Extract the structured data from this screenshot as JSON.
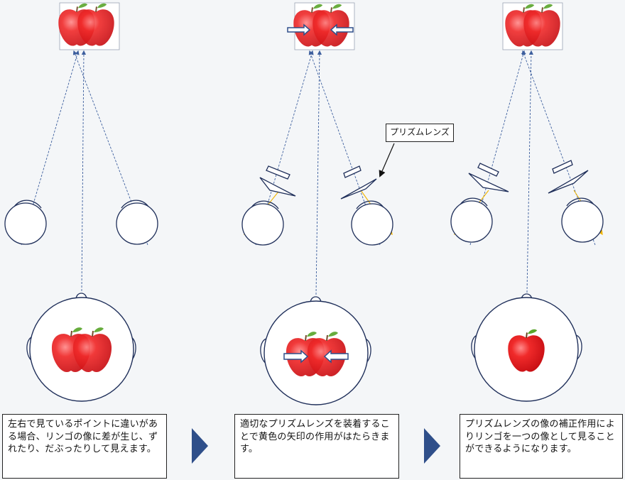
{
  "captions": [
    "左右で見ているポイントに違いがある場合、リンゴの像に差が生じ、ずれたり、だぶったりして見えます。",
    "適切なプリズムレンズを装着することで黄色の矢印の作用がはたらきます。",
    "プリズムレンズの像の補正作用によりリンゴを一つの像として見ることができるようになります。"
  ],
  "lens_label": "プリズムレンズ",
  "colors": {
    "apple": "#e0161b",
    "leaf": "#5aa52c",
    "sight_line": "#3d5f9e",
    "prism_ray": "#f0b400",
    "step_arrow": "#2f4f8a"
  },
  "icons": [
    "apple-icon",
    "eye-icon",
    "head-icon",
    "prism-lens-icon",
    "next-step-arrow-icon"
  ]
}
